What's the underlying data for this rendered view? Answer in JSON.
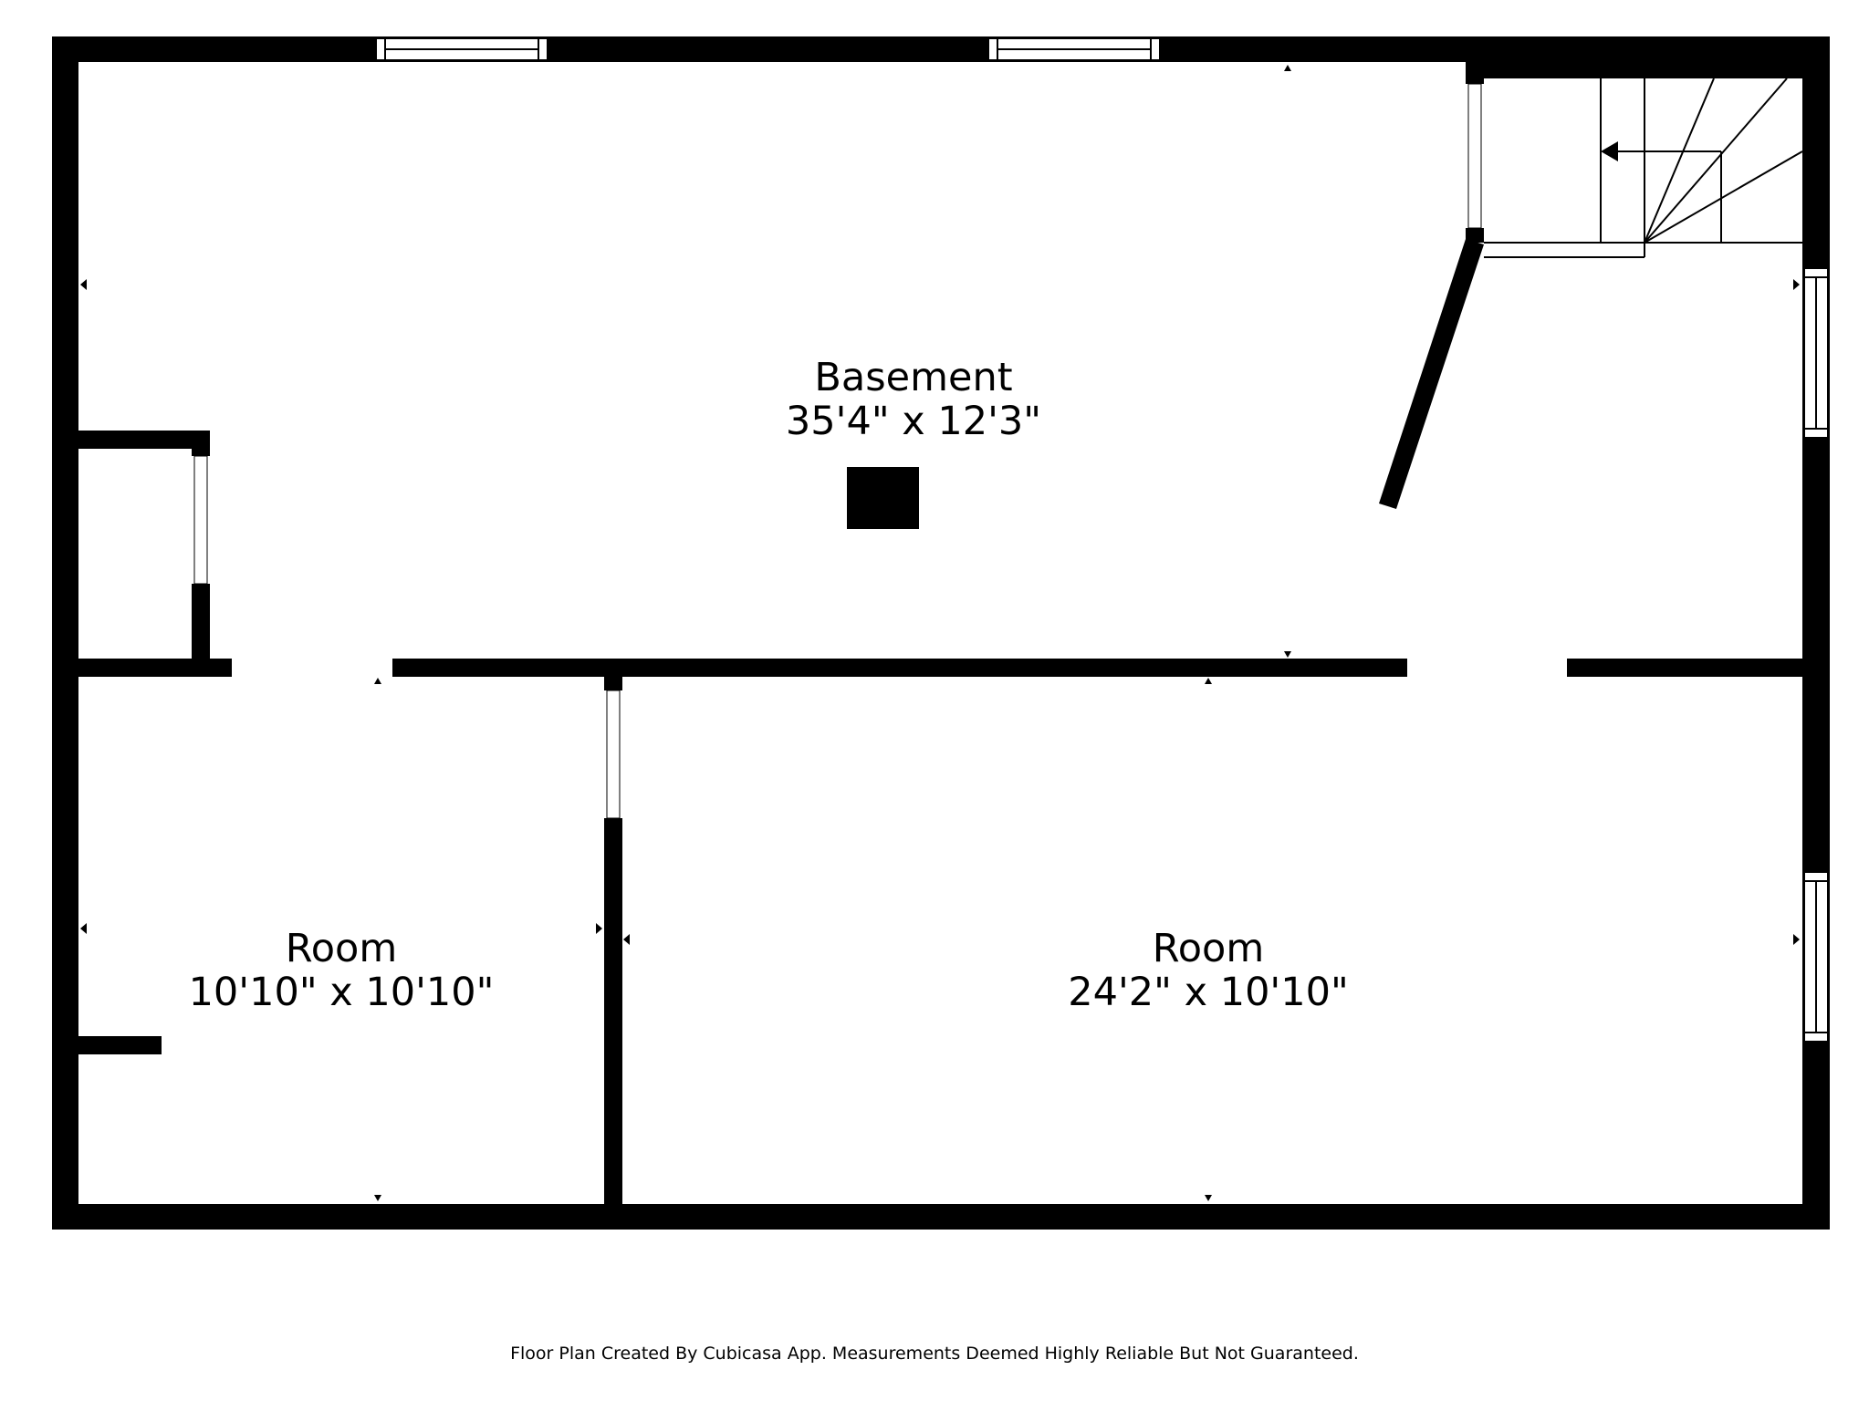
{
  "rooms": [
    {
      "name": "Basement",
      "dimensions": "35'4\" x 12'3\""
    },
    {
      "name": "Room",
      "dimensions": "10'10\" x 10'10\""
    },
    {
      "name": "Room",
      "dimensions": "24'2\" x 10'10\""
    }
  ],
  "footer": "Floor Plan Created By Cubicasa App. Measurements Deemed Highly Reliable But Not Guaranteed."
}
